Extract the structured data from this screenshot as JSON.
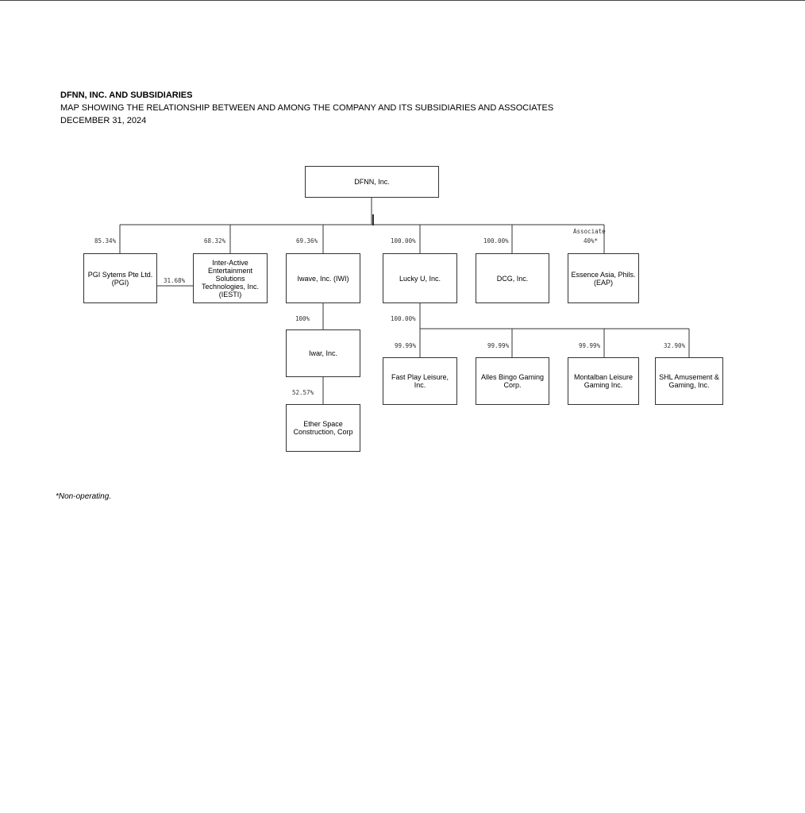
{
  "header": {
    "title": "DFNN, INC. AND SUBSIDIARIES",
    "subtitle": "MAP SHOWING THE RELATIONSHIP BETWEEN AND AMONG THE COMPANY AND ITS SUBSIDIARIES AND ASSOCIATES",
    "date": "DECEMBER 31, 2024"
  },
  "nodes": {
    "dfnn": "DFNN, Inc.",
    "pgi": "PGI Sytems Pte Ltd. (PGI)",
    "iesti": "Inter-Active Entertainment Solutions Technologies, Inc. (IESTI)",
    "iwave": "Iwave, Inc. (IWI)",
    "luckyu": "Lucky U, Inc.",
    "dcg": "DCG, Inc.",
    "eap": "Essence Asia, Phils. (EAP)",
    "iwar": "Iwar, Inc.",
    "ether": "Ether Space Construction, Corp",
    "fastplay": "Fast Play Leisure, Inc.",
    "alles": "Alles Bingo Gaming Corp.",
    "montalban": "Montalban Leisure Gaming Inc.",
    "shl": "SHL Amusement & Gaming, Inc."
  },
  "ownership": {
    "pgi": "85.34%",
    "iesti": "68.32%",
    "pgi_iesti": "31.68%",
    "iwave": "69.36%",
    "luckyu": "100.00%",
    "dcg": "100.00%",
    "eap_label": "Associate",
    "eap": "40%*",
    "iwar": "100%",
    "luckyu_subs": "100.00%",
    "ether": "52.57%",
    "fastplay": "99.99%",
    "alles": "99.99%",
    "montalban": "99.99%",
    "shl": "32.90%"
  },
  "footnote": "*Non-operating."
}
